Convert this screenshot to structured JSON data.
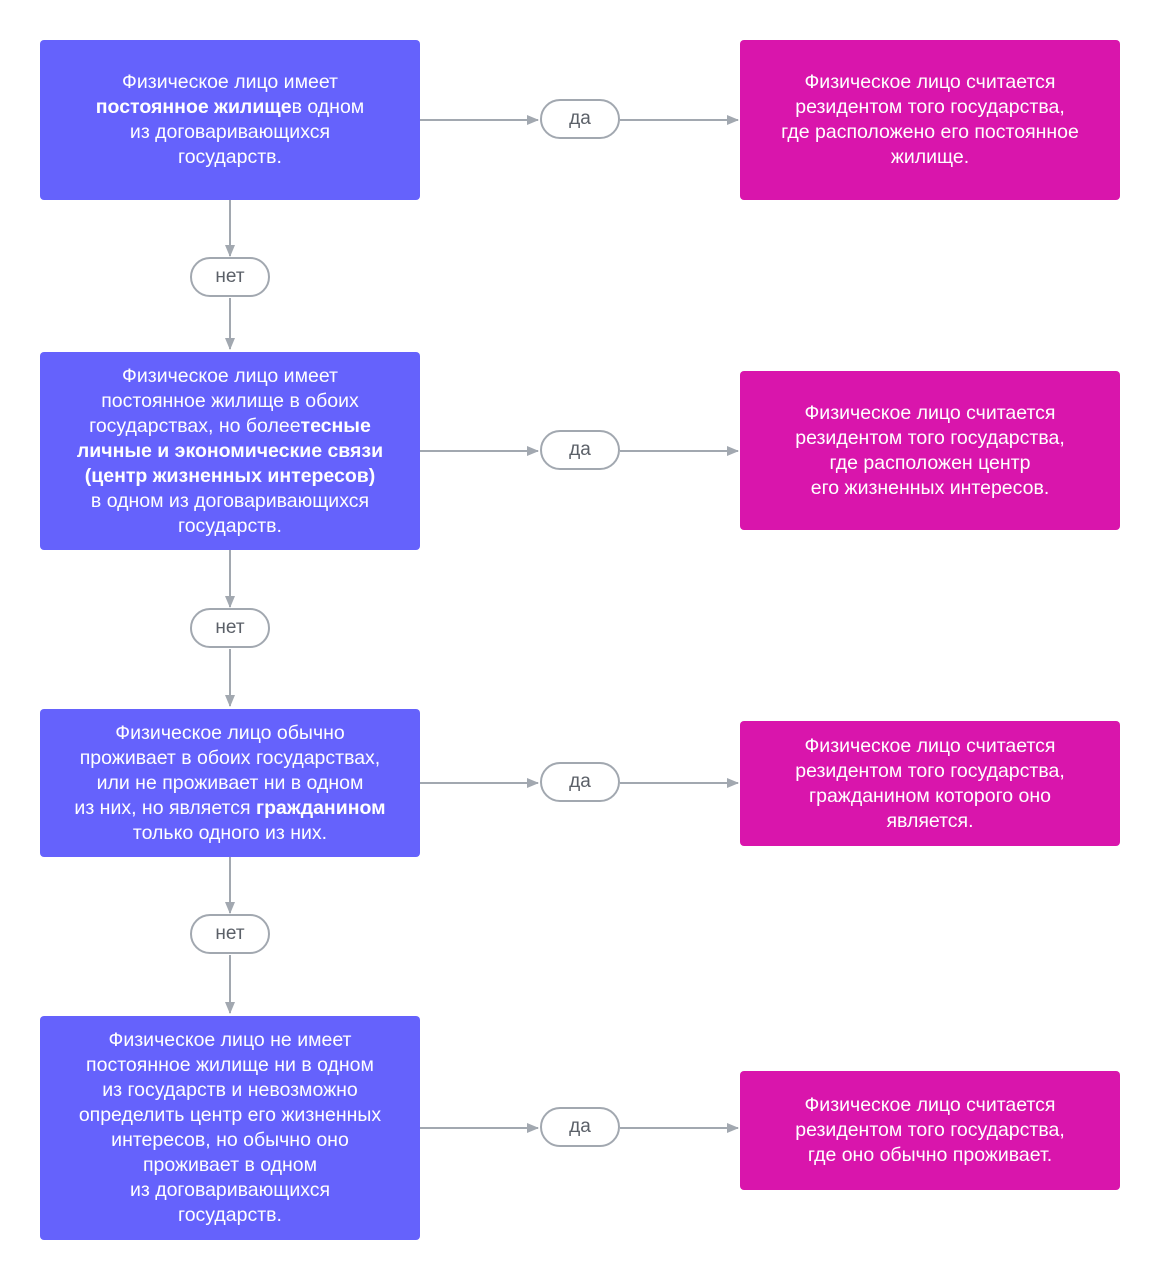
{
  "colors": {
    "condition_box": "#6562fc",
    "result_box": "#d915ac",
    "connector": "#a2a8b0",
    "pill_text": "#5b6068"
  },
  "labels": {
    "yes": "да",
    "no": "нет"
  },
  "rows": [
    {
      "condition": [
        {
          "t": "Физическое лицо имеет\n"
        },
        {
          "t": "постоянное жилище",
          "b": true
        },
        {
          "t": "в одном\nиз договаривающихся\nгосударств."
        }
      ],
      "result": "Физическое лицо считается\nрезидентом того государства,\nгде расположено его постоянное\nжилище."
    },
    {
      "condition": [
        {
          "t": "Физическое лицо имеет\nпостоянное жилище в обоих\nгосударствах, но более"
        },
        {
          "t": "тесные\nличные и экономические связи\n(центр жизненных интересов)",
          "b": true
        },
        {
          "t": "\nв одном из договаривающихся\nгосударств."
        }
      ],
      "result": "Физическое лицо считается\nрезидентом того государства,\nгде расположен центр\nего жизненных интересов."
    },
    {
      "condition": [
        {
          "t": "Физическое лицо обычно\nпроживает в обоих государствах,\nили не проживает ни в одном\nиз них, но является "
        },
        {
          "t": "гражданином",
          "b": true
        },
        {
          "t": "\nтолько одного из них."
        }
      ],
      "result": "Физическое лицо считается\nрезидентом того государства,\nгражданином которого оно\nявляется."
    },
    {
      "condition": [
        {
          "t": "Физическое лицо не имеет\nпостоянное жилище ни в одном\nиз государств и невозможно\nопределить центр его жизненных\nинтересов, но обычно оно\nпроживает в одном\nиз договаривающихся\nгосударств."
        }
      ],
      "result": "Физическое лицо считается\nрезидентом того государства,\nгде оно обычно проживает."
    }
  ]
}
